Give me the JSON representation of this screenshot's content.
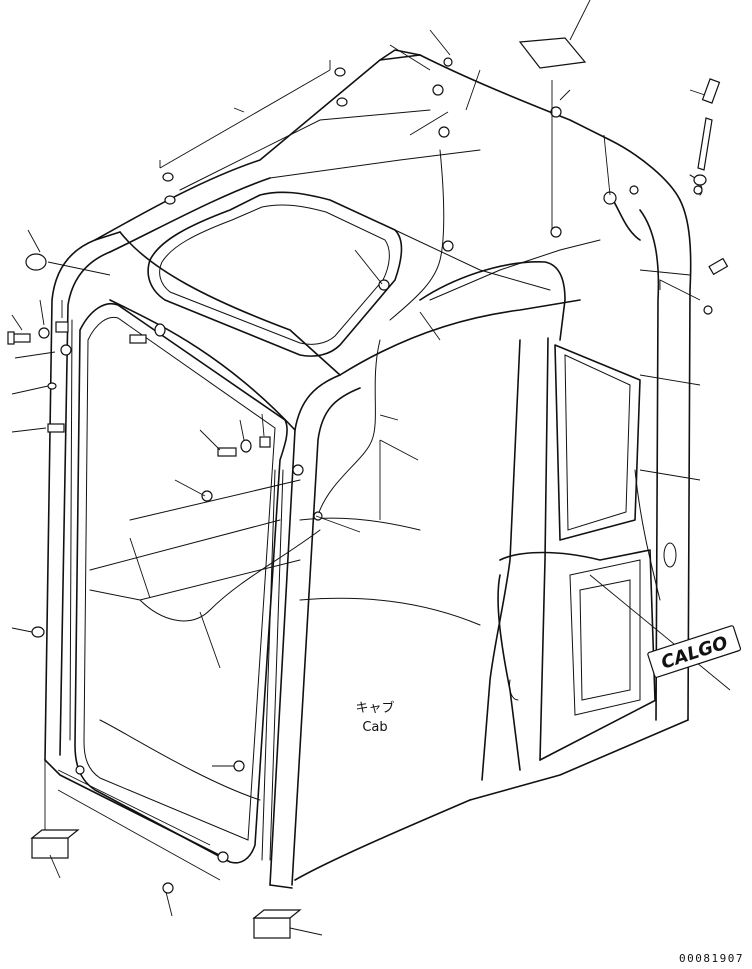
{
  "diagram": {
    "label_jp": "キャブ",
    "label_en": "Cab",
    "emblem": "CALGO",
    "figure_number": "00081907"
  }
}
